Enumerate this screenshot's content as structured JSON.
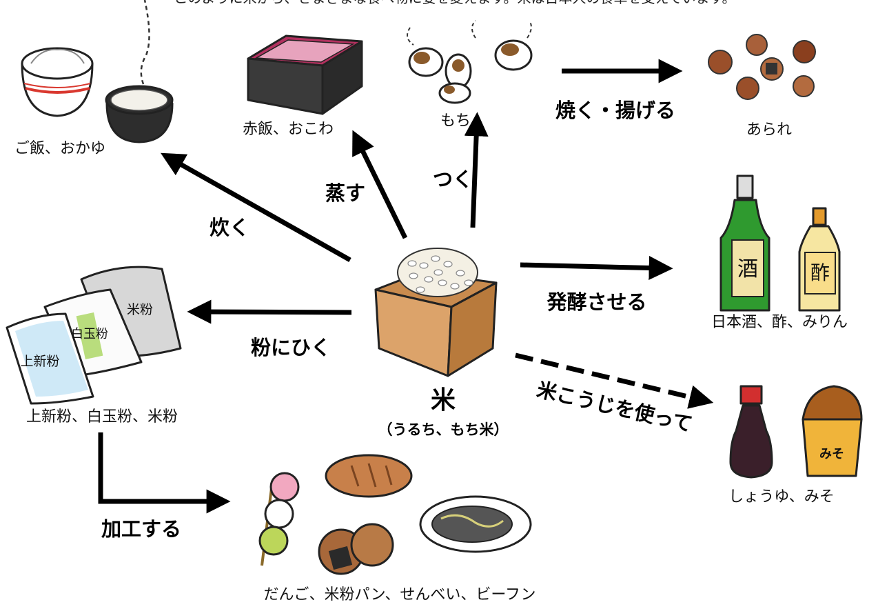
{
  "header_text": "このように米から、さまざまな食べ物に姿を変えます。米は日本人の食卓を支えています。",
  "center": {
    "title": "米",
    "subtitle": "（うるち、もち米）"
  },
  "products": {
    "rice": "ご飯、おかゆ",
    "sekihan": "赤飯、おこわ",
    "mochi": "もち",
    "arare": "あられ",
    "sake": "日本酒、酢、みりん",
    "shoyu": "しょうゆ、みそ",
    "flour": "上新粉、白玉粉、米粉",
    "processed": "だんご、米粉パン、せんべい、ビーフン"
  },
  "processes": {
    "boil": "炊く",
    "steam": "蒸す",
    "pound": "つく",
    "bake_fry": "焼く・揚げる",
    "ferment": "発酵させる",
    "koji": "米こうじを使って",
    "grind": "粉にひく",
    "process": "加工する"
  },
  "bag_labels": {
    "joshinko": "上新粉",
    "shiratama": "白玉粉",
    "komeko": "米粉"
  },
  "bottle_labels": {
    "sake": "酒",
    "vinegar": "酢",
    "miso": "みそ"
  }
}
